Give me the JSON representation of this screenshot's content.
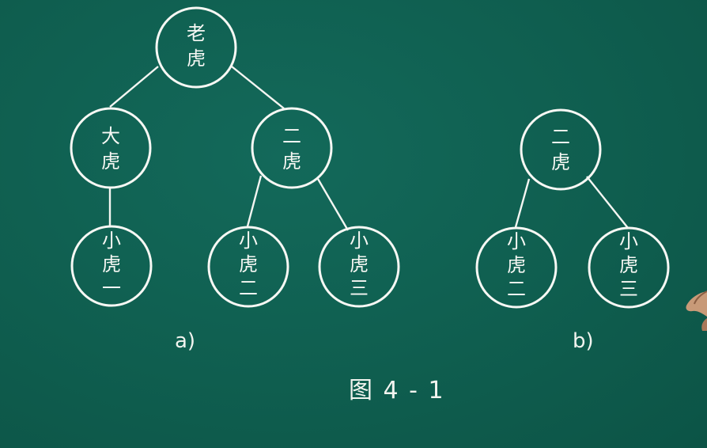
{
  "diagram": {
    "tree_a": {
      "root": {
        "line1": "老",
        "line2": "虎"
      },
      "left": {
        "line1": "大",
        "line2": "虎"
      },
      "right": {
        "line1": "二",
        "line2": "虎"
      },
      "left_child": {
        "line1": "小",
        "line2": "虎",
        "line3": "一"
      },
      "right_child_1": {
        "line1": "小",
        "line2": "虎",
        "line3": "二"
      },
      "right_child_2": {
        "line1": "小",
        "line2": "虎",
        "line3": "三"
      }
    },
    "tree_b": {
      "root": {
        "line1": "二",
        "line2": "虎"
      },
      "child_1": {
        "line1": "小",
        "line2": "虎",
        "line3": "二"
      },
      "child_2": {
        "line1": "小",
        "line2": "虎",
        "line3": "三"
      }
    }
  },
  "labels": {
    "a": "a)",
    "b": "b)",
    "figure": "图 4 - 1"
  },
  "colors": {
    "board": "#0f5e4f",
    "chalk": "#f7f8f4"
  }
}
